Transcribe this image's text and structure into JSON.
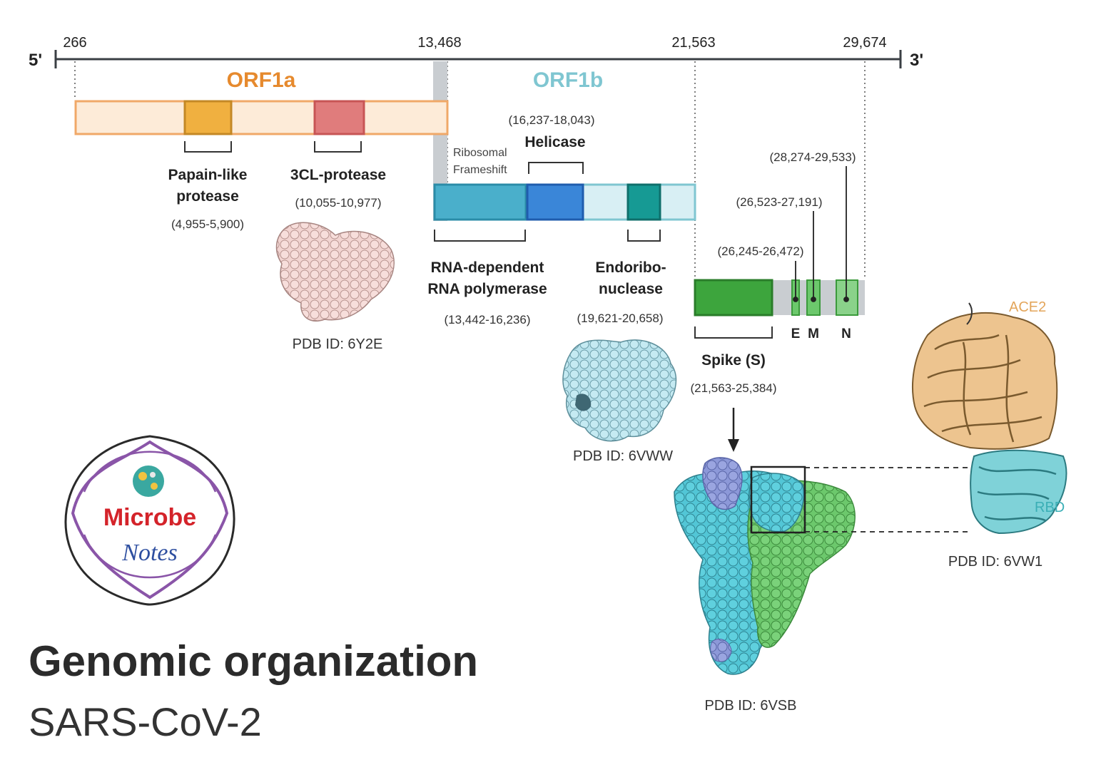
{
  "genome": {
    "end5": "5'",
    "end3": "3'",
    "positions": [
      "266",
      "13,468",
      "21,563",
      "29,674"
    ]
  },
  "orfs": {
    "orf1a": "ORF1a",
    "orf1b": "ORF1b",
    "orf1a_color": "#E68A2E",
    "orf1b_color": "#7FC6D1"
  },
  "proteins": {
    "papain": {
      "name_l1": "Papain-like",
      "name_l2": "protease",
      "range": "(4,955-5,900)"
    },
    "cl3": {
      "name": "3CL-protease",
      "range": "(10,055-10,977)",
      "pdb": "PDB ID: 6Y2E"
    },
    "frameshift": {
      "l1": "Ribosomal",
      "l2": "Frameshift"
    },
    "helicase": {
      "name": "Helicase",
      "range": "(16,237-18,043)"
    },
    "rdrp": {
      "name_l1": "RNA-dependent",
      "name_l2": "RNA polymerase",
      "range": "(13,442-16,236)"
    },
    "endo": {
      "name_l1": "Endoribo-",
      "name_l2": "nuclease",
      "range": "(19,621-20,658)",
      "pdb": "PDB ID: 6VWW"
    },
    "spike": {
      "name": "Spike (S)",
      "range": "(21,563-25,384)",
      "pdb": "PDB ID: 6VSB"
    },
    "structural": {
      "e": "E",
      "m": "M",
      "n": "N",
      "e_range": "(26,245-26,472)",
      "m_range": "(26,523-27,191)",
      "n_range": "(28,274-29,533)"
    },
    "rbd": {
      "ace2": "ACE2",
      "rbd": "RBD",
      "pdb": "PDB ID: 6VW1"
    }
  },
  "logo": {
    "line1": "Microbe",
    "line2": "Notes"
  },
  "title": {
    "main": "Genomic organization",
    "sub": "SARS-CoV-2"
  },
  "colors": {
    "papain": "#F0B040",
    "cl3": "#E07C7C",
    "rdrp": "#4AAFCB",
    "helicase": "#3A86D8",
    "endo": "#169A94",
    "spike": "#3DA53D",
    "ace2": "#E3A55A",
    "rbd": "#3AAFB6"
  }
}
